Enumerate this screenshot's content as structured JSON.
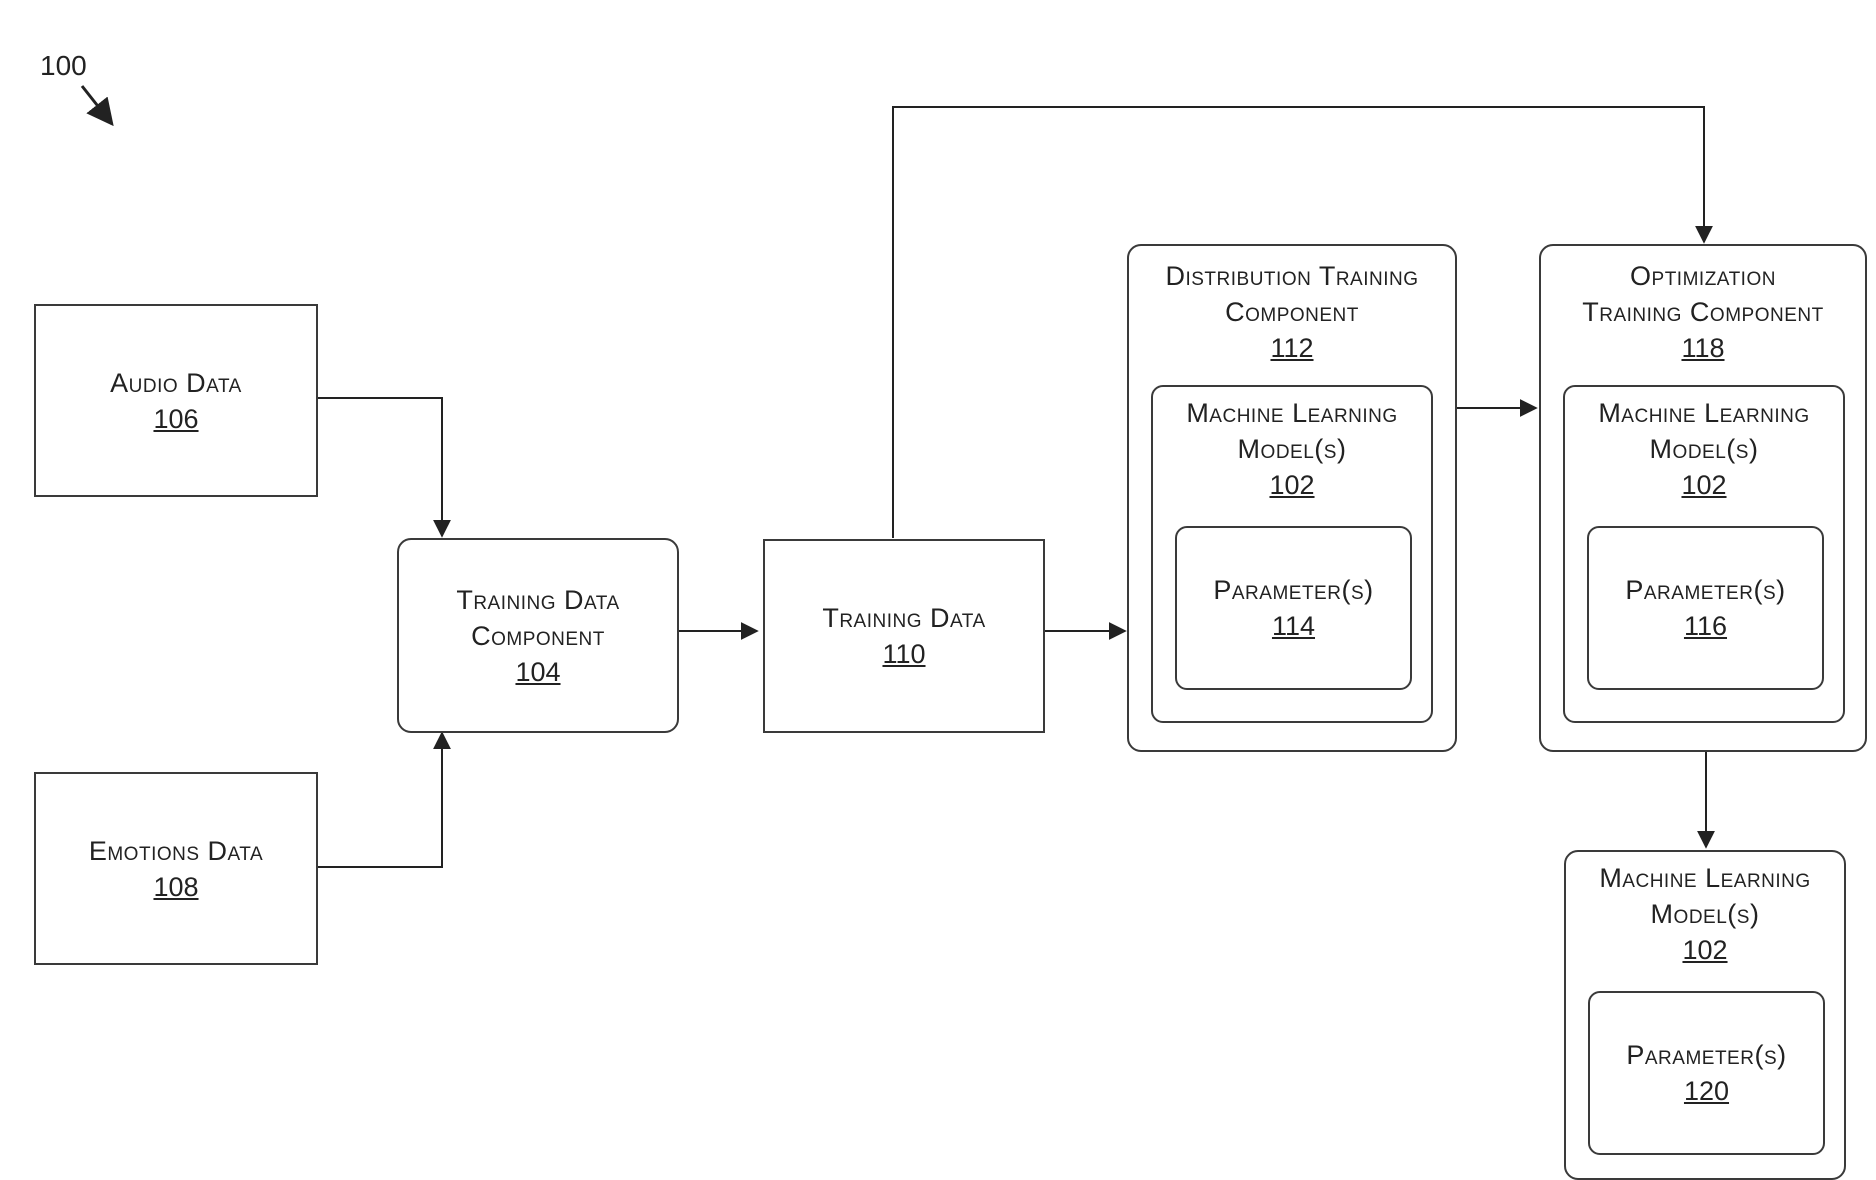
{
  "figure_number": "100",
  "nodes": {
    "audio_data": {
      "title": "Audio Data",
      "ref": "106"
    },
    "emotions_data": {
      "title": "Emotions Data",
      "ref": "108"
    },
    "training_data_component": {
      "title_line1": "Training Data",
      "title_line2": "Component",
      "ref": "104"
    },
    "training_data": {
      "title": "Training Data",
      "ref": "110"
    },
    "distribution_training_component": {
      "title_line1": "Distribution Training",
      "title_line2": "Component",
      "ref": "112"
    },
    "dist_ml_model": {
      "title_line1": "Machine Learning",
      "title_line2": "Model(s)",
      "ref": "102"
    },
    "dist_parameters": {
      "title": "Parameter(s)",
      "ref": "114"
    },
    "optimization_training_component": {
      "title_line1": "Optimization",
      "title_line2": "Training Component",
      "ref": "118"
    },
    "opt_ml_model": {
      "title_line1": "Machine Learning",
      "title_line2": "Model(s)",
      "ref": "102"
    },
    "opt_parameters": {
      "title": "Parameter(s)",
      "ref": "116"
    },
    "output_ml_model": {
      "title_line1": "Machine Learning",
      "title_line2": "Model(s)",
      "ref": "102"
    },
    "output_parameters": {
      "title": "Parameter(s)",
      "ref": "120"
    }
  }
}
